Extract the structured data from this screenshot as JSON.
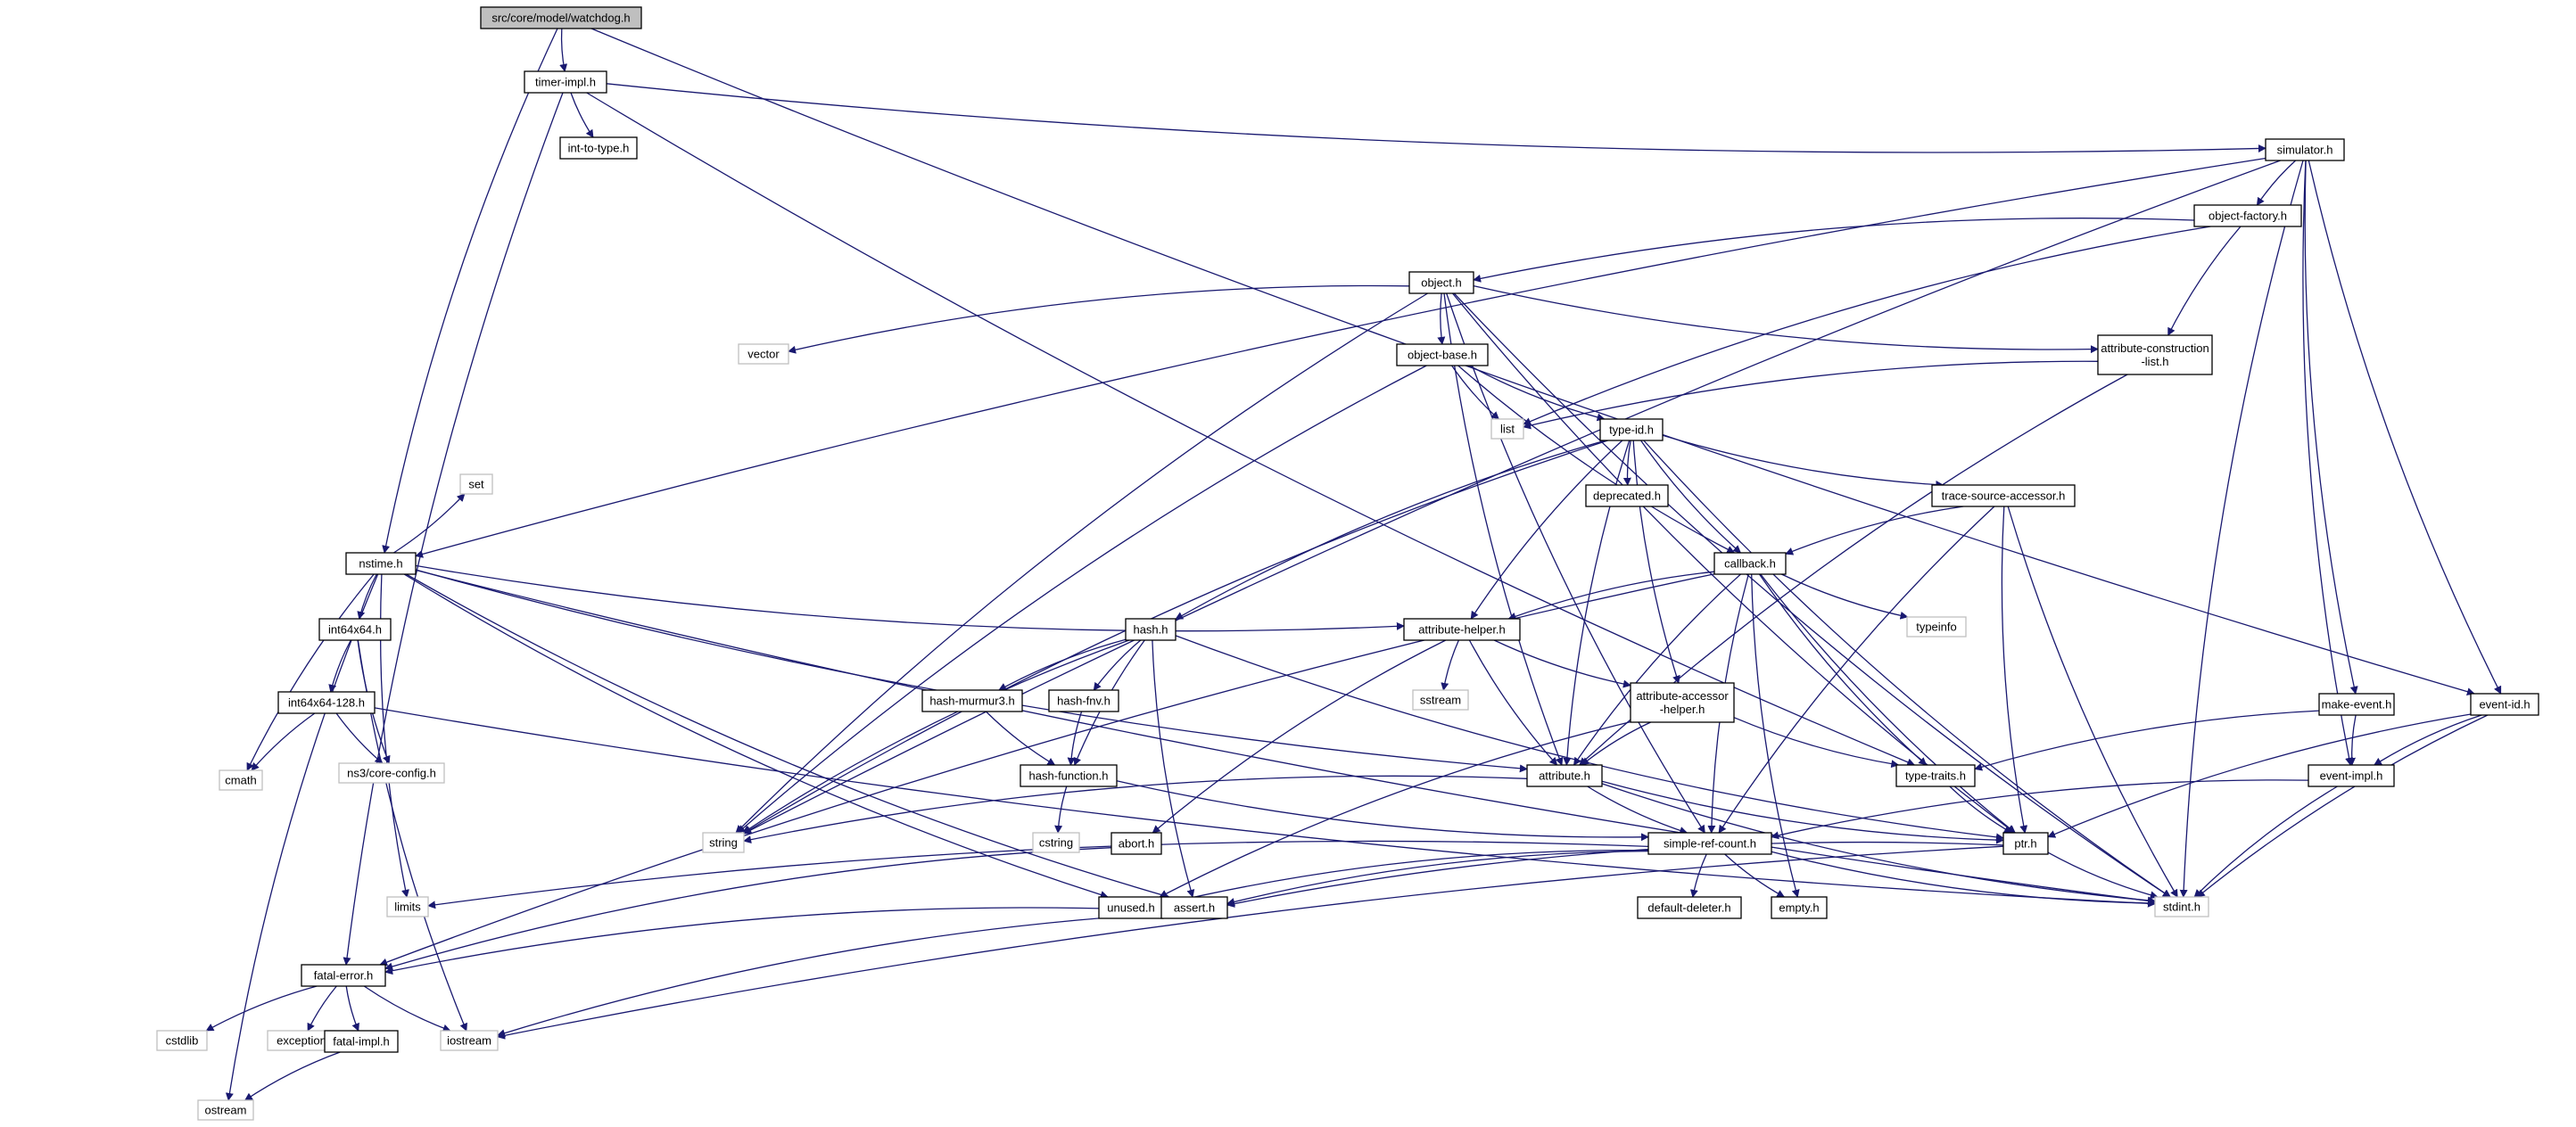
{
  "diagram": {
    "title": "src/core/model/watchdog.h",
    "nodes": [
      {
        "id": "watchdog",
        "label": "src/core/model/watchdog.h",
        "kind": "root"
      },
      {
        "id": "timerimpl",
        "label": "timer-impl.h",
        "kind": "file"
      },
      {
        "id": "inttotype",
        "label": "int-to-type.h",
        "kind": "file"
      },
      {
        "id": "simulator",
        "label": "simulator.h",
        "kind": "file"
      },
      {
        "id": "objfactory",
        "label": "object-factory.h",
        "kind": "file"
      },
      {
        "id": "object",
        "label": "object.h",
        "kind": "file"
      },
      {
        "id": "vector",
        "label": "vector",
        "kind": "external"
      },
      {
        "id": "objbase",
        "label": "object-base.h",
        "kind": "file"
      },
      {
        "id": "attrconst",
        "label": "attribute-construction\n-list.h",
        "kind": "file"
      },
      {
        "id": "list",
        "label": "list",
        "kind": "external"
      },
      {
        "id": "typeid",
        "label": "type-id.h",
        "kind": "file"
      },
      {
        "id": "deprecated",
        "label": "deprecated.h",
        "kind": "file"
      },
      {
        "id": "tsa",
        "label": "trace-source-accessor.h",
        "kind": "file"
      },
      {
        "id": "nstime",
        "label": "nstime.h",
        "kind": "file"
      },
      {
        "id": "set",
        "label": "set",
        "kind": "external"
      },
      {
        "id": "callback",
        "label": "callback.h",
        "kind": "file"
      },
      {
        "id": "typeinfo",
        "label": "typeinfo",
        "kind": "external"
      },
      {
        "id": "int64x64",
        "label": "int64x64.h",
        "kind": "file"
      },
      {
        "id": "hash",
        "label": "hash.h",
        "kind": "file"
      },
      {
        "id": "attrhelper",
        "label": "attribute-helper.h",
        "kind": "file"
      },
      {
        "id": "sstream",
        "label": "sstream",
        "kind": "external"
      },
      {
        "id": "int128",
        "label": "int64x64-128.h",
        "kind": "file"
      },
      {
        "id": "murmur",
        "label": "hash-murmur3.h",
        "kind": "file"
      },
      {
        "id": "fnv",
        "label": "hash-fnv.h",
        "kind": "file"
      },
      {
        "id": "attracc",
        "label": "attribute-accessor\n-helper.h",
        "kind": "file"
      },
      {
        "id": "makeevent",
        "label": "make-event.h",
        "kind": "file"
      },
      {
        "id": "eventid",
        "label": "event-id.h",
        "kind": "file"
      },
      {
        "id": "cmath",
        "label": "cmath",
        "kind": "external"
      },
      {
        "id": "nsconfig",
        "label": "ns3/core-config.h",
        "kind": "external"
      },
      {
        "id": "hashfunc",
        "label": "hash-function.h",
        "kind": "file"
      },
      {
        "id": "attribute",
        "label": "attribute.h",
        "kind": "file"
      },
      {
        "id": "typetraits",
        "label": "type-traits.h",
        "kind": "file"
      },
      {
        "id": "eventimpl",
        "label": "event-impl.h",
        "kind": "file"
      },
      {
        "id": "string",
        "label": "string",
        "kind": "external"
      },
      {
        "id": "cstring",
        "label": "cstring",
        "kind": "external"
      },
      {
        "id": "abort",
        "label": "abort.h",
        "kind": "file"
      },
      {
        "id": "srefcount",
        "label": "simple-ref-count.h",
        "kind": "file"
      },
      {
        "id": "ptr",
        "label": "ptr.h",
        "kind": "file"
      },
      {
        "id": "limits",
        "label": "limits",
        "kind": "external"
      },
      {
        "id": "unused",
        "label": "unused.h",
        "kind": "file"
      },
      {
        "id": "assert",
        "label": "assert.h",
        "kind": "file"
      },
      {
        "id": "defdeleter",
        "label": "default-deleter.h",
        "kind": "file"
      },
      {
        "id": "empty",
        "label": "empty.h",
        "kind": "file"
      },
      {
        "id": "stdint",
        "label": "stdint.h",
        "kind": "external"
      },
      {
        "id": "fatalerror",
        "label": "fatal-error.h",
        "kind": "file"
      },
      {
        "id": "cstdlib",
        "label": "cstdlib",
        "kind": "external"
      },
      {
        "id": "exception",
        "label": "exception",
        "kind": "external"
      },
      {
        "id": "fatalimpl",
        "label": "fatal-impl.h",
        "kind": "file"
      },
      {
        "id": "iostream",
        "label": "iostream",
        "kind": "external"
      },
      {
        "id": "ostream",
        "label": "ostream",
        "kind": "external"
      }
    ],
    "edges": [
      [
        "watchdog",
        "timerimpl"
      ],
      [
        "watchdog",
        "nstime"
      ],
      [
        "watchdog",
        "eventid"
      ],
      [
        "timerimpl",
        "inttotype"
      ],
      [
        "timerimpl",
        "simulator"
      ],
      [
        "timerimpl",
        "fatalerror"
      ],
      [
        "timerimpl",
        "typetraits"
      ],
      [
        "simulator",
        "objfactory"
      ],
      [
        "simulator",
        "nstime"
      ],
      [
        "simulator",
        "makeevent"
      ],
      [
        "simulator",
        "eventimpl"
      ],
      [
        "simulator",
        "eventid"
      ],
      [
        "simulator",
        "string"
      ],
      [
        "simulator",
        "stdint"
      ],
      [
        "objfactory",
        "object"
      ],
      [
        "objfactory",
        "attrconst"
      ],
      [
        "objfactory",
        "list"
      ],
      [
        "object",
        "vector"
      ],
      [
        "object",
        "objbase"
      ],
      [
        "object",
        "attrconst"
      ],
      [
        "object",
        "attribute"
      ],
      [
        "object",
        "ptr"
      ],
      [
        "object",
        "string"
      ],
      [
        "object",
        "srefcount"
      ],
      [
        "object",
        "stdint"
      ],
      [
        "objbase",
        "typeid"
      ],
      [
        "objbase",
        "list"
      ],
      [
        "objbase",
        "string"
      ],
      [
        "objbase",
        "callback"
      ],
      [
        "attrconst",
        "list"
      ],
      [
        "attrconst",
        "attribute"
      ],
      [
        "typeid",
        "deprecated"
      ],
      [
        "typeid",
        "tsa"
      ],
      [
        "typeid",
        "callback"
      ],
      [
        "typeid",
        "hash"
      ],
      [
        "typeid",
        "attrhelper"
      ],
      [
        "typeid",
        "attracc"
      ],
      [
        "typeid",
        "attribute"
      ],
      [
        "typeid",
        "string"
      ],
      [
        "typeid",
        "stdint"
      ],
      [
        "tsa",
        "callback"
      ],
      [
        "tsa",
        "ptr"
      ],
      [
        "tsa",
        "srefcount"
      ],
      [
        "tsa",
        "stdint"
      ],
      [
        "nstime",
        "set"
      ],
      [
        "nstime",
        "int64x64"
      ],
      [
        "nstime",
        "attrhelper"
      ],
      [
        "nstime",
        "attribute"
      ],
      [
        "nstime",
        "cmath"
      ],
      [
        "nstime",
        "limits"
      ],
      [
        "nstime",
        "ostream"
      ],
      [
        "nstime",
        "assert"
      ],
      [
        "nstime",
        "unused"
      ],
      [
        "nstime",
        "stdint"
      ],
      [
        "callback",
        "typeinfo"
      ],
      [
        "callback",
        "attrhelper"
      ],
      [
        "callback",
        "attribute"
      ],
      [
        "callback",
        "ptr"
      ],
      [
        "callback",
        "srefcount"
      ],
      [
        "callback",
        "fatalerror"
      ],
      [
        "callback",
        "typetraits"
      ],
      [
        "callback",
        "empty"
      ],
      [
        "int64x64",
        "int128"
      ],
      [
        "int64x64",
        "nsconfig"
      ],
      [
        "int64x64",
        "iostream"
      ],
      [
        "int128",
        "cmath"
      ],
      [
        "int128",
        "nsconfig"
      ],
      [
        "int128",
        "stdint"
      ],
      [
        "hash",
        "murmur"
      ],
      [
        "hash",
        "fnv"
      ],
      [
        "hash",
        "hashfunc"
      ],
      [
        "hash",
        "string"
      ],
      [
        "hash",
        "assert"
      ],
      [
        "hash",
        "ptr"
      ],
      [
        "attrhelper",
        "sstream"
      ],
      [
        "attrhelper",
        "attracc"
      ],
      [
        "attrhelper",
        "attribute"
      ],
      [
        "attrhelper",
        "abort"
      ],
      [
        "murmur",
        "hashfunc"
      ],
      [
        "fnv",
        "hashfunc"
      ],
      [
        "hashfunc",
        "cstring"
      ],
      [
        "hashfunc",
        "srefcount"
      ],
      [
        "attracc",
        "attribute"
      ],
      [
        "attracc",
        "typetraits"
      ],
      [
        "attracc",
        "unused"
      ],
      [
        "makeevent",
        "eventimpl"
      ],
      [
        "makeevent",
        "typetraits"
      ],
      [
        "eventid",
        "eventimpl"
      ],
      [
        "eventid",
        "ptr"
      ],
      [
        "eventid",
        "stdint"
      ],
      [
        "eventimpl",
        "srefcount"
      ],
      [
        "eventimpl",
        "stdint"
      ],
      [
        "attribute",
        "string"
      ],
      [
        "attribute",
        "ptr"
      ],
      [
        "attribute",
        "srefcount"
      ],
      [
        "attribute",
        "stdint"
      ],
      [
        "typetraits",
        "ptr"
      ],
      [
        "abort",
        "fatalerror"
      ],
      [
        "srefcount",
        "unused"
      ],
      [
        "srefcount",
        "assert"
      ],
      [
        "srefcount",
        "defdeleter"
      ],
      [
        "srefcount",
        "empty"
      ],
      [
        "srefcount",
        "limits"
      ],
      [
        "srefcount",
        "stdint"
      ],
      [
        "ptr",
        "assert"
      ],
      [
        "ptr",
        "iostream"
      ],
      [
        "ptr",
        "stdint"
      ],
      [
        "assert",
        "fatalerror"
      ],
      [
        "assert",
        "iostream"
      ],
      [
        "fatalerror",
        "cstdlib"
      ],
      [
        "fatalerror",
        "exception"
      ],
      [
        "fatalerror",
        "fatalimpl"
      ],
      [
        "fatalerror",
        "iostream"
      ],
      [
        "fatalimpl",
        "ostream"
      ]
    ]
  }
}
